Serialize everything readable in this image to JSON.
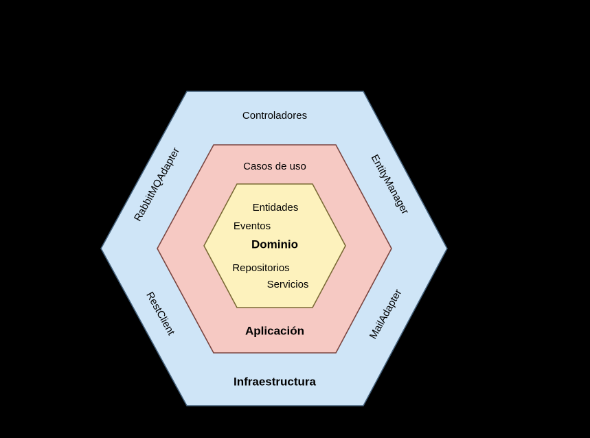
{
  "diagram": {
    "background_color": "#000000",
    "text_color": "#000000",
    "layers": {
      "infrastructure": {
        "label": "Infraestructura",
        "fill": "#cfe5f7",
        "stroke": "#44607a"
      },
      "application": {
        "label": "Aplicación",
        "fill": "#f6c9c3",
        "stroke": "#7a4540"
      },
      "domain": {
        "label": "Dominio",
        "fill": "#fdf2bd",
        "stroke": "#7a6a35"
      }
    },
    "labels": {
      "controladores": "Controladores",
      "casos_de_uso": "Casos de uso",
      "entidades": "Entidades",
      "eventos": "Eventos",
      "repositorios": "Repositorios",
      "servicios": "Servicios",
      "rabbitmq_adapter": "RabbitMQAdapter",
      "entity_manager": "EntityManager",
      "rest_client": "RestClient",
      "mail_adapter": "MailAdapter"
    }
  }
}
